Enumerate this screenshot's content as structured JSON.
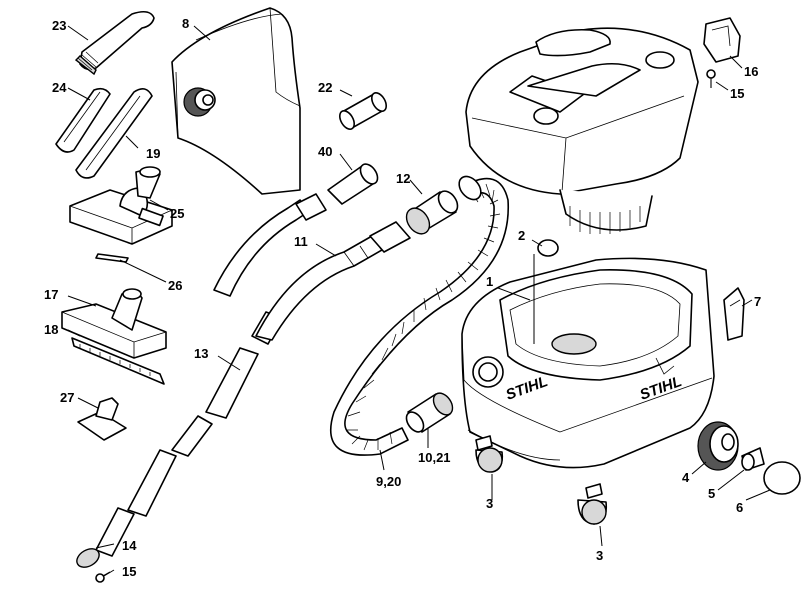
{
  "brand_text": "STIHL",
  "labels": {
    "p1": "1",
    "p2": "2",
    "p3a": "3",
    "p3b": "3",
    "p4": "4",
    "p5": "5",
    "p6": "6",
    "p7": "7",
    "p8": "8",
    "p9_20": "9,20",
    "p10_21": "10,21",
    "p11": "11",
    "p12": "12",
    "p13": "13",
    "p14": "14",
    "p15a": "15",
    "p15b": "15",
    "p16": "16",
    "p17": "17",
    "p18": "18",
    "p19": "19",
    "p22": "22",
    "p23": "23",
    "p24": "24",
    "p25": "25",
    "p26": "26",
    "p27": "27",
    "p40": "40"
  }
}
